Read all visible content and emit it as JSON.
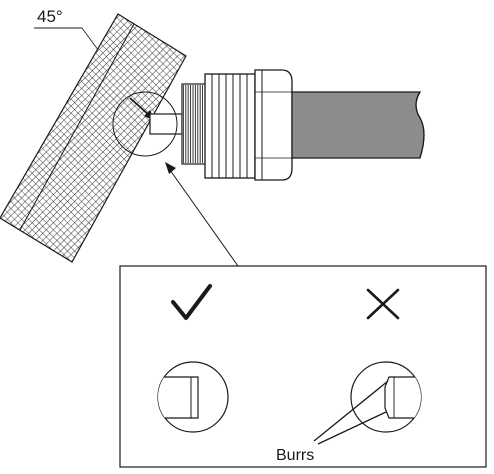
{
  "angle_label": "45°",
  "burrs_label": "Burrs",
  "good_mark": "check",
  "bad_mark": "cross",
  "colors": {
    "line": "#1a1a1a",
    "hose": "#8c8c8c",
    "paper": "#ffffff"
  }
}
